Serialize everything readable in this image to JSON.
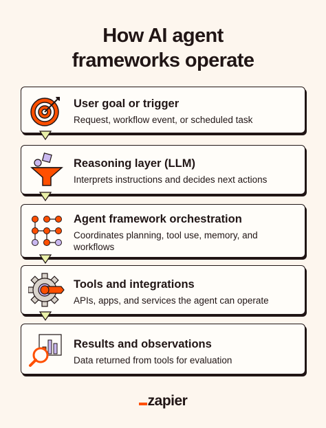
{
  "title": {
    "line1": "How AI agent",
    "line2": "frameworks operate"
  },
  "steps": [
    {
      "heading": "User goal or trigger",
      "description": "Request, workflow event, or scheduled task",
      "icon": "target-icon"
    },
    {
      "heading": "Reasoning layer (LLM)",
      "description": "Interprets instructions and decides next actions",
      "icon": "funnel-icon"
    },
    {
      "heading": "Agent framework orchestration",
      "description": "Coordinates planning, tool use, memory, and workflows",
      "icon": "node-network-icon"
    },
    {
      "heading": "Tools and integrations",
      "description": "APIs, apps, and services the agent can operate",
      "icon": "gear-icon"
    },
    {
      "heading": "Results and observations",
      "description": "Data returned from tools for evaluation",
      "icon": "chart-magnifier-icon"
    }
  ],
  "logo": {
    "text": "zapier"
  },
  "colors": {
    "background": "#fdf6ee",
    "accent_orange": "#ff4f00",
    "lavender": "#c9b8f0",
    "connector": "#e9f0a8",
    "ink": "#201515"
  }
}
